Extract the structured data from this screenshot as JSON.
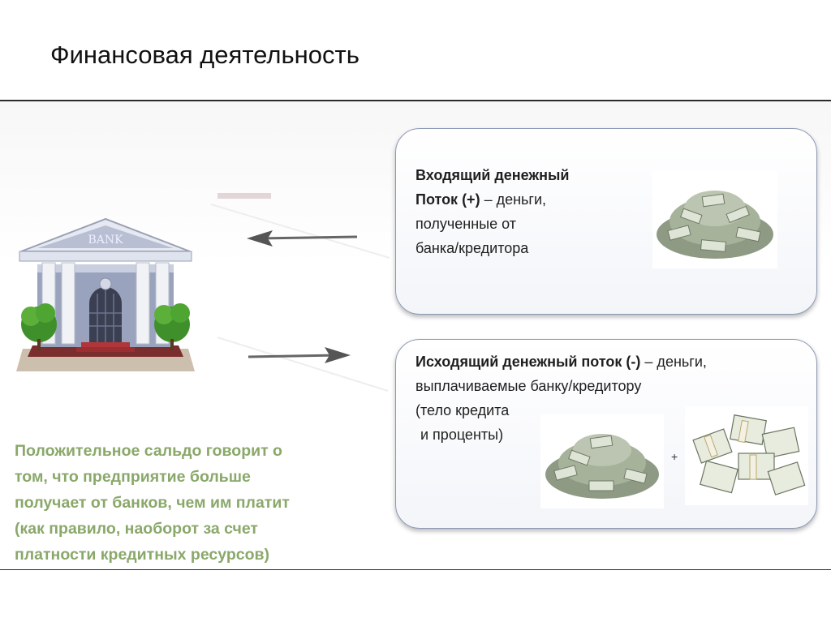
{
  "title": "Финансовая деятельность",
  "inflow": {
    "heading_bold_1": "Входящий денежный",
    "heading_bold_2": "Поток (+)",
    "heading_rest_2": " – деньги,",
    "line_3": "полученные от",
    "line_4": "банка/кредитора",
    "image_icon": "money-pile-icon"
  },
  "outflow": {
    "heading_bold": "Исходящий денежный поток (-)",
    "heading_rest": " – деньги,",
    "line_2": "выплачиваемые банку/кредитору",
    "line_3": "(тело кредита",
    "line_4": "и проценты)",
    "plus": "+",
    "image_icons": [
      "money-pile-icon",
      "money-stacks-icon"
    ]
  },
  "bank": {
    "sign": "BANK",
    "icon": "bank-building-icon"
  },
  "arrows": {
    "to_bank": "arrow-left-icon",
    "from_bank": "arrow-right-icon"
  },
  "note": {
    "lines": [
      "Положительное сальдо говорит о",
      "том, что предприятие больше",
      "получает от банков, чем им платит",
      "(как правило, наоборот за счет",
      "платности кредитных ресурсов)"
    ]
  },
  "colors": {
    "note_text": "#8aa86a",
    "box_border": "#8d99b5",
    "rule": "#2b2b2b"
  }
}
